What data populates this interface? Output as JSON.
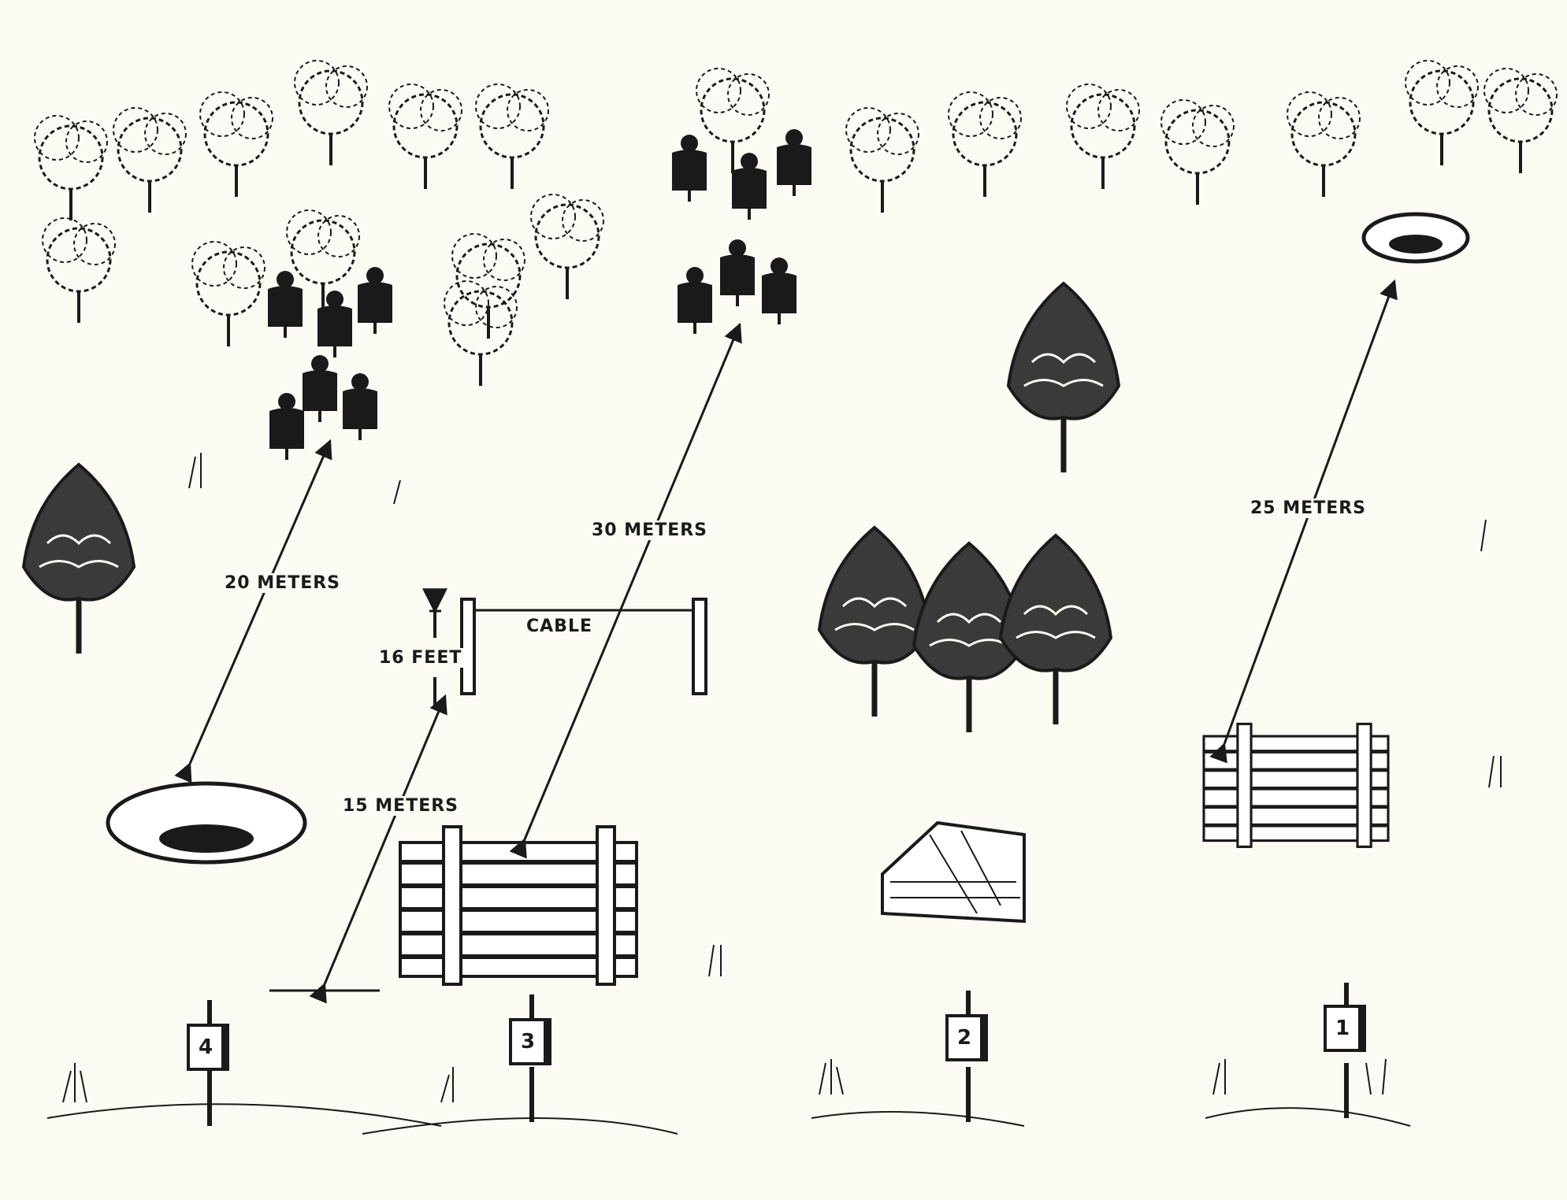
{
  "labels": {
    "distance_20": "20 METERS",
    "distance_30": "30 METERS",
    "distance_25": "25 METERS",
    "distance_15": "15 METERS",
    "height_16": "16 FEET",
    "cable": "CABLE"
  },
  "positions": [
    "1",
    "2",
    "3",
    "4"
  ],
  "colors": {
    "ink": "#1a1a1a",
    "paper": "#fbfaf3"
  }
}
